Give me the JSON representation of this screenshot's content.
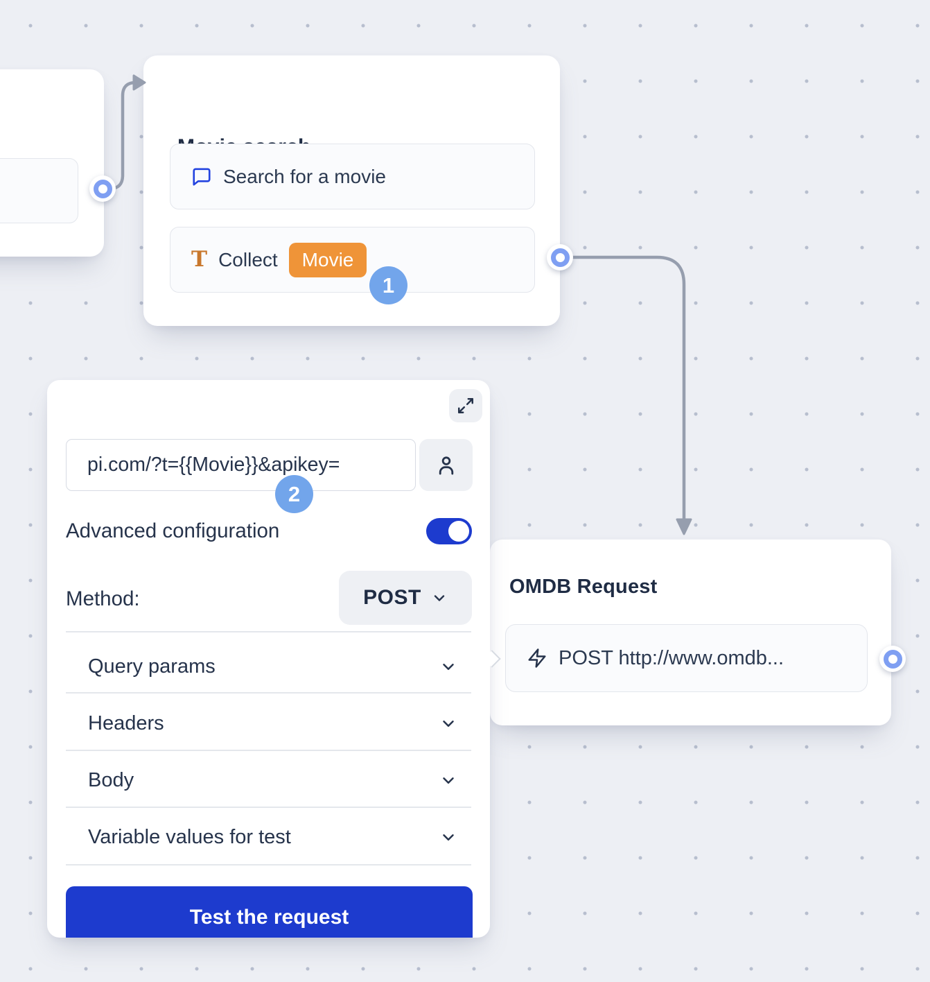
{
  "colors": {
    "background": "#edeff4",
    "grid_dot": "#b7bece",
    "card": "#ffffff",
    "item_border": "#e3e6ec",
    "text_dark": "#1f2c44",
    "text_body": "#2b3950",
    "primary_blue": "#1d3bce",
    "chat_icon_blue": "#2444e0",
    "orange_badge": "#ef9438",
    "orange_icon": "#c8772c",
    "step_badge_blue": "#72a5eb",
    "port_ring_blue": "#7f9ff2",
    "connector_gray": "#969eae"
  },
  "movie_card": {
    "title": "Movie search",
    "items": [
      {
        "icon": "chat-bubble-icon",
        "label": "Search for a movie"
      },
      {
        "icon": "text-input-icon",
        "label": "Collect",
        "badge": "Movie"
      }
    ],
    "step_badge": "1"
  },
  "config_panel": {
    "url_input": {
      "value": "pi.com/?t={{Movie}}&apikey="
    },
    "step_badge": "2",
    "advanced_configuration_label": "Advanced configuration",
    "advanced_configuration_enabled": "on",
    "method_label": "Method:",
    "method_value": "POST",
    "sections": [
      {
        "label": "Query params"
      },
      {
        "label": "Headers"
      },
      {
        "label": "Body"
      },
      {
        "label": "Variable values for test"
      }
    ],
    "test_button_label": "Test the request"
  },
  "omdb_card": {
    "title": "OMDB Request",
    "item": {
      "icon": "lightning-icon",
      "label": "POST http://www.omdb..."
    }
  }
}
